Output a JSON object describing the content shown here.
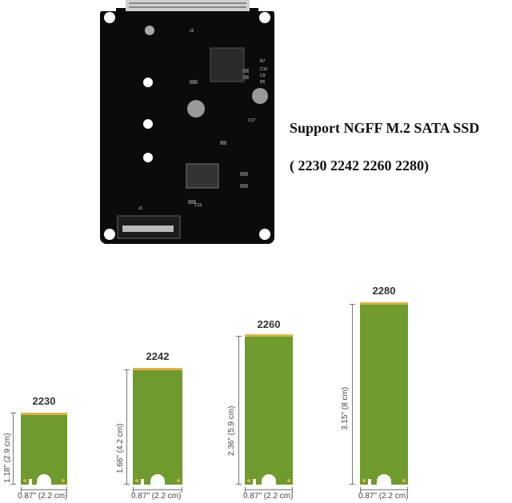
{
  "headline": {
    "line1": "Support NGFF M.2 SATA SSD",
    "line2": "( 2230 2242 2260 2280)"
  },
  "board": {
    "labels": [
      "J2",
      "J1",
      "C13",
      "C17",
      "R7",
      "C10",
      "C9",
      "R5"
    ],
    "colors": {
      "pcb": "#0b0b0b",
      "silk": "#d8d8d8",
      "pins": "#c9c9c9"
    }
  },
  "cards": [
    {
      "size": "2230",
      "length": "1.18\" (2.9 cm)",
      "width": "0.87\" (2.2 cm)"
    },
    {
      "size": "2242",
      "length": "1.66\" (4.2 cm)",
      "width": "0.87\" (2.2 cm)"
    },
    {
      "size": "2260",
      "length": "2.36\" (5.9 cm)",
      "width": "0.87\" (2.2 cm)"
    },
    {
      "size": "2280",
      "length": "3.15\" (8 cm)",
      "width": "0.87\" (2.2 cm)"
    }
  ],
  "colors": {
    "card": "#6f9a2e",
    "gold": "#d9b44a"
  }
}
